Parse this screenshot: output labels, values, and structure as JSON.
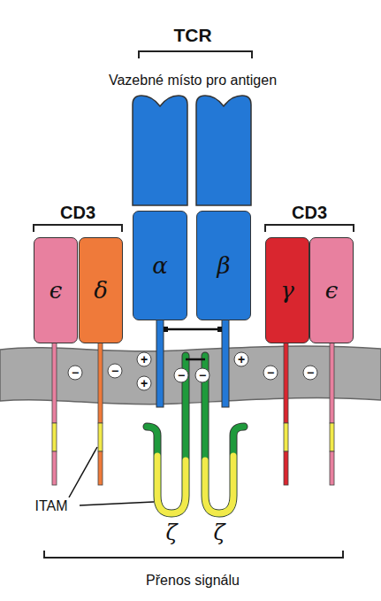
{
  "diagram": {
    "nodes": [
      {
        "text": [
          "ϵ"
        ]
      },
      {
        "text": [
          "δ"
        ]
      },
      {
        "text": [
          "α"
        ]
      },
      {
        "text": [
          "β"
        ]
      },
      {
        "text": [
          "γ"
        ]
      },
      {
        "text": [
          "ϵ"
        ]
      }
    ],
    "labels": [
      "TCR",
      "Vazebné místo pro antigen",
      "CD3",
      "CD3",
      "−",
      "−",
      "+",
      "+",
      "−",
      "−",
      "+",
      "−",
      "−",
      "ITAM",
      "ζ",
      "ζ",
      "Přenos signálu"
    ]
  }
}
